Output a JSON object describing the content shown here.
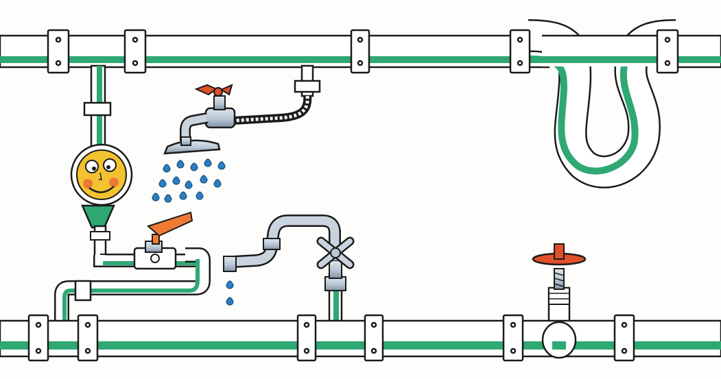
{
  "illustration": {
    "description_tags": [
      "pipes",
      "water-meter",
      "shower-head",
      "faucet",
      "valve"
    ],
    "colors": {
      "background": "#fdfdfb",
      "pipe_fill": "#ffffff",
      "pipe_water": "#2fa874",
      "outline": "#1a1a1a",
      "metal": "#b9c6d3",
      "metal_dark": "#7f93a6",
      "handle_red": "#e0502a",
      "handle_orange": "#f07a33",
      "meter_face": "#f2c230",
      "water_drop": "#2a7fc4",
      "cheek": "#e85a3a"
    }
  }
}
